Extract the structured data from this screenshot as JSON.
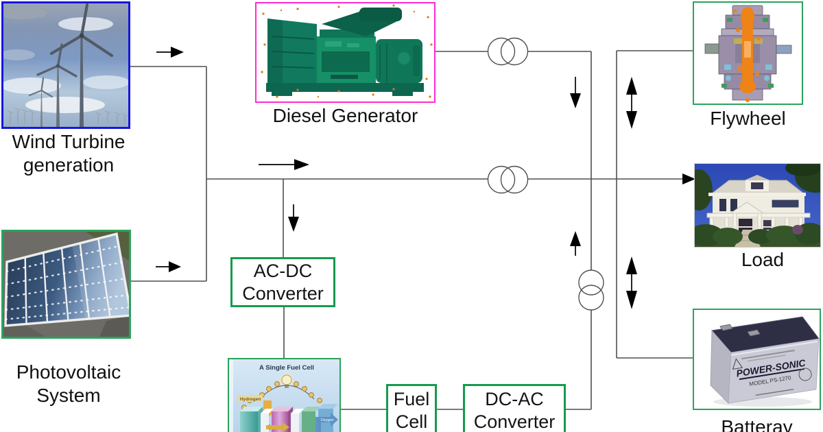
{
  "nodes": {
    "wind": {
      "label1": "Wind Turbine",
      "label2": "generation"
    },
    "photovoltaic": {
      "label1": "Photovoltaic",
      "label2": "System"
    },
    "diesel": {
      "label": "Diesel Generator"
    },
    "flywheel": {
      "label": "Flywheel"
    },
    "load": {
      "label": "Load"
    },
    "battery": {
      "label": "Batteray"
    },
    "acdc_converter": {
      "label1": "AC-DC",
      "label2": "Converter"
    },
    "fuel_cell_box": {
      "label1": "Fuel",
      "label2": "Cell"
    },
    "dcac_converter": {
      "label1": "DC-AC",
      "label2": "Converter"
    }
  },
  "fuel_cell_image": {
    "title": "A Single Fuel Cell",
    "left_label": "Hydrogen",
    "right_label": "Oxygen"
  },
  "battery_image": {
    "brand": "POWER-SONIC",
    "model": "MODEL  PS-1270"
  },
  "transformer_symbol_count": 3,
  "flows": [
    {
      "from": "wind-turbine-generation",
      "to": "ac-bus",
      "bidirectional": false
    },
    {
      "from": "photovoltaic-system",
      "to": "ac-bus",
      "bidirectional": false
    },
    {
      "from": "diesel-generator",
      "to": "ac-bus",
      "via": "transformer",
      "bidirectional": false
    },
    {
      "from": "ac-bus",
      "to": "ac-dc-converter",
      "bidirectional": false
    },
    {
      "from": "ac-dc-converter",
      "to": "fuel-cell",
      "bidirectional": false
    },
    {
      "from": "fuel-cell",
      "to": "dc-ac-converter",
      "bidirectional": false
    },
    {
      "from": "dc-ac-converter",
      "to": "ac-bus",
      "via": "transformer",
      "bidirectional": false
    },
    {
      "from": "ac-bus",
      "to": "load",
      "bidirectional": false
    },
    {
      "from": "ac-bus",
      "to": "flywheel",
      "bidirectional": true
    },
    {
      "from": "ac-bus",
      "to": "battery",
      "bidirectional": true
    }
  ],
  "colors": {
    "wire": "#4f4f4f",
    "arrow": "#000000",
    "wind_border": "#1616e0",
    "diesel_border": "#ff2ad2",
    "image_green_border": "#2aa35c",
    "box_green_border": "#169a4e",
    "load_border": "#c9c9c9",
    "label_color": "#111111"
  }
}
